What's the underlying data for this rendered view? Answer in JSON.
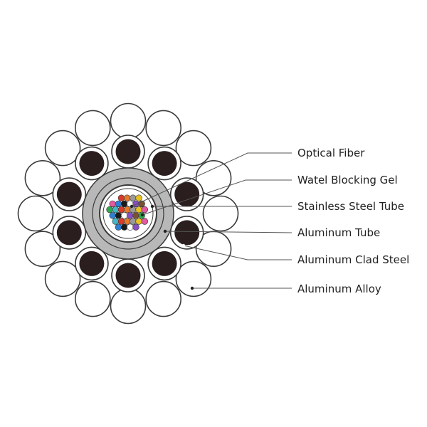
{
  "labels": [
    "Optical Fiber",
    "Watel Blocking Gel",
    "Stainless Steel Tube",
    "Aluminum Tube",
    "Aluminum Clad Steel",
    "Aluminum Alloy"
  ],
  "colors": {
    "outline": "#3a3a3a",
    "alloy_fill": "#ffffff",
    "clad_steel_fill": "#2a1e1e",
    "aluminum_tube_fill": "#b8b8b8",
    "steel_tube_fill": "#ffffff",
    "gel_fill": "#ffffff",
    "fiber_colors": [
      "#d93a2b",
      "#2f7fd1",
      "#2fa84f",
      "#e8c31f",
      "#8a4fc2",
      "#e87a2a",
      "#1b1b1b",
      "#3fb7c9",
      "#e25aa0",
      "#7a5230",
      "#9a9a9a",
      "#ffffff"
    ]
  }
}
